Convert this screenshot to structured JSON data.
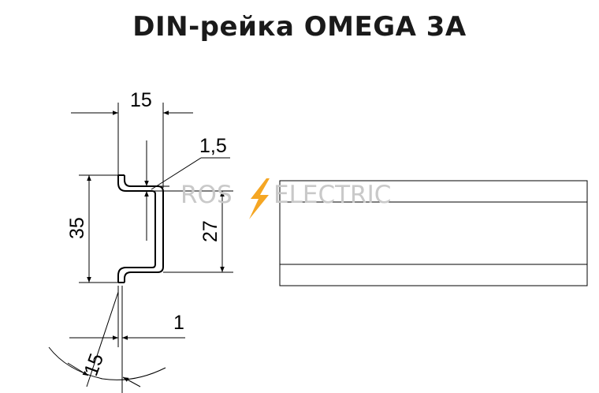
{
  "title": "DIN-рейка OMEGA 3A",
  "dimensions": {
    "top_width": "15",
    "thickness": "1,5",
    "height_total": "35",
    "inner_height": "27",
    "flange_offset": "1",
    "bottom_width": "15"
  },
  "watermark": {
    "left": "ROS",
    "right": "ELECTRIC",
    "bolt_color": "#f5a623"
  }
}
